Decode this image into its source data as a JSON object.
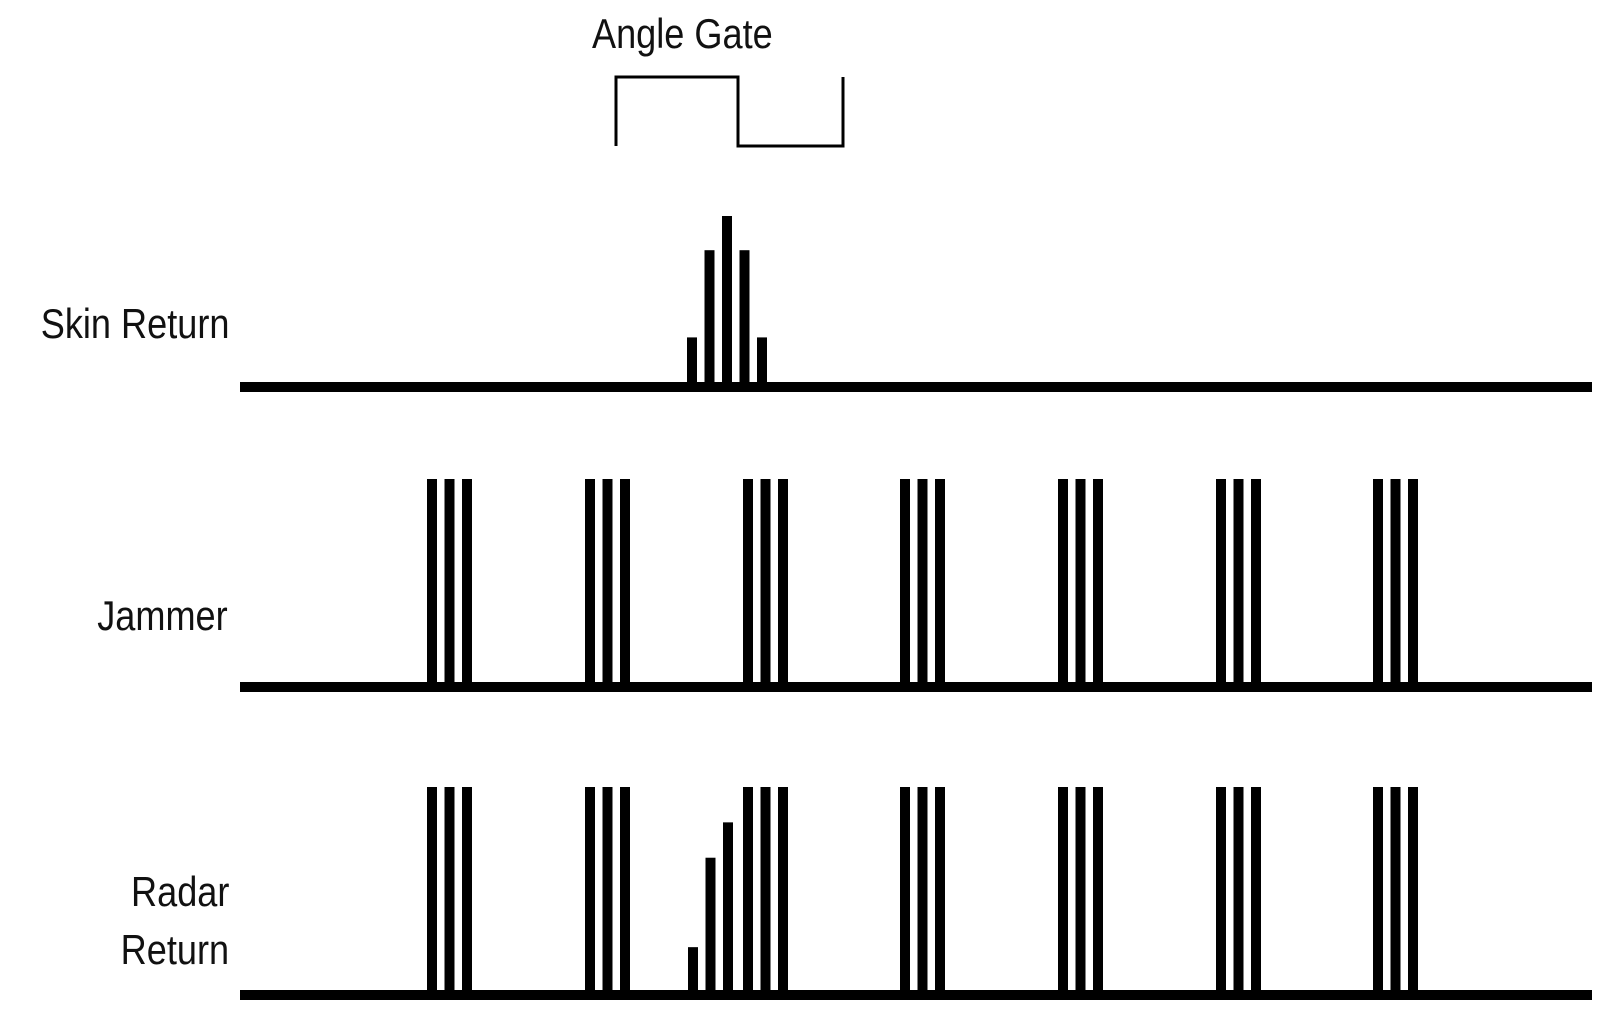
{
  "title": "Angle Gate",
  "rows": [
    {
      "label": "Skin Return",
      "amplitudes": [
        0.29,
        0.8,
        1.0,
        0.8,
        0.29
      ]
    },
    {
      "label": "Jammer",
      "groups": 7,
      "pulses_per_group": 3,
      "amplitude": 1.0
    },
    {
      "label_lines": [
        "Radar",
        "Return"
      ],
      "groups": 7,
      "pulses_per_group": 3,
      "amplitude": 1.0,
      "ramp_amplitudes": [
        0.23,
        0.66,
        0.83
      ]
    }
  ],
  "colors": {
    "ink": "#000000",
    "background": "#ffffff"
  }
}
